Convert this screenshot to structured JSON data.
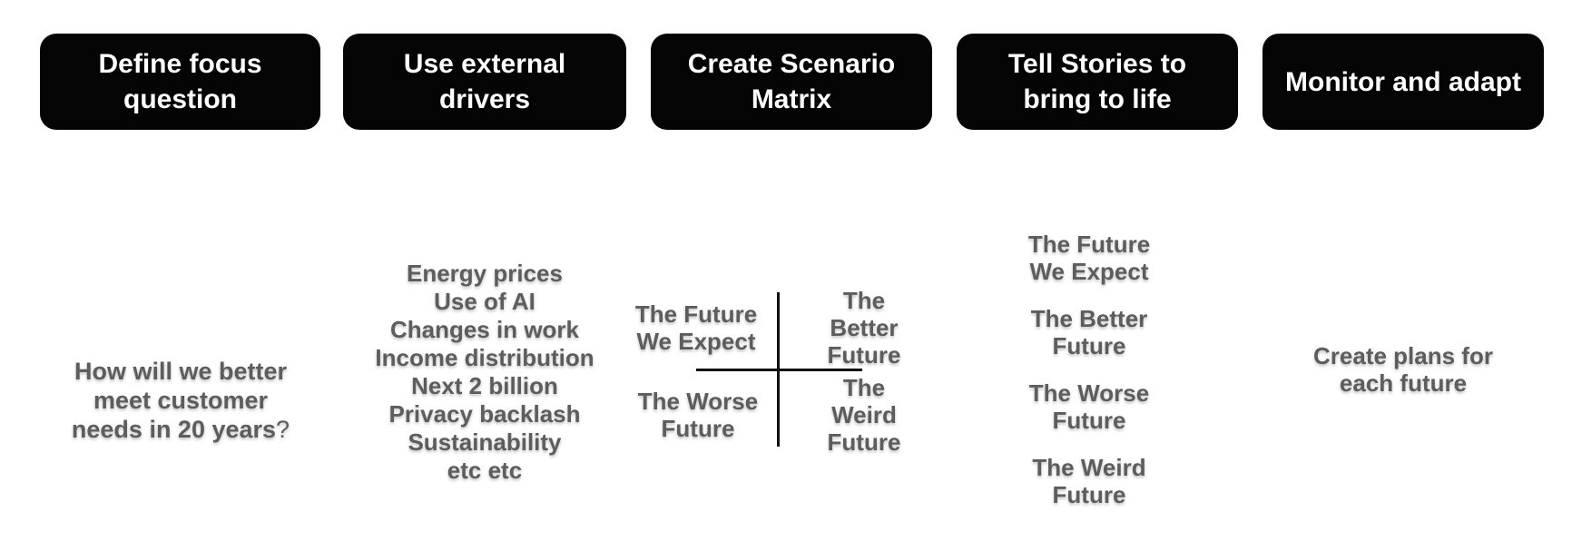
{
  "colors": {
    "background": "#ffffff",
    "step_box_bg": "#050505",
    "step_box_text": "#ffffff",
    "body_text": "#5d5d5d",
    "matrix_line": "#101010"
  },
  "steps": [
    {
      "label": "Define focus\nquestion"
    },
    {
      "label": "Use external\ndrivers"
    },
    {
      "label": "Create Scenario\nMatrix"
    },
    {
      "label": "Tell Stories to\nbring to life"
    },
    {
      "label": "Monitor and adapt"
    }
  ],
  "focus_question": {
    "text": "How will we better\nmeet customer\nneeds in 20 years",
    "mark": "?"
  },
  "drivers": [
    "Energy prices",
    "Use of AI",
    "Changes in work",
    "Income distribution",
    "Next 2 billion",
    "Privacy backlash",
    "Sustainability",
    "etc etc"
  ],
  "matrix": {
    "top_left": "The Future\nWe Expect",
    "top_right": "The Better\nFuture",
    "bottom_left": "The Worse\nFuture",
    "bottom_right": "The Weird\nFuture"
  },
  "stories": [
    "The Future\nWe Expect",
    "The Better\nFuture",
    "The Worse\nFuture",
    "The Weird\nFuture"
  ],
  "plans": "Create plans for\neach future"
}
